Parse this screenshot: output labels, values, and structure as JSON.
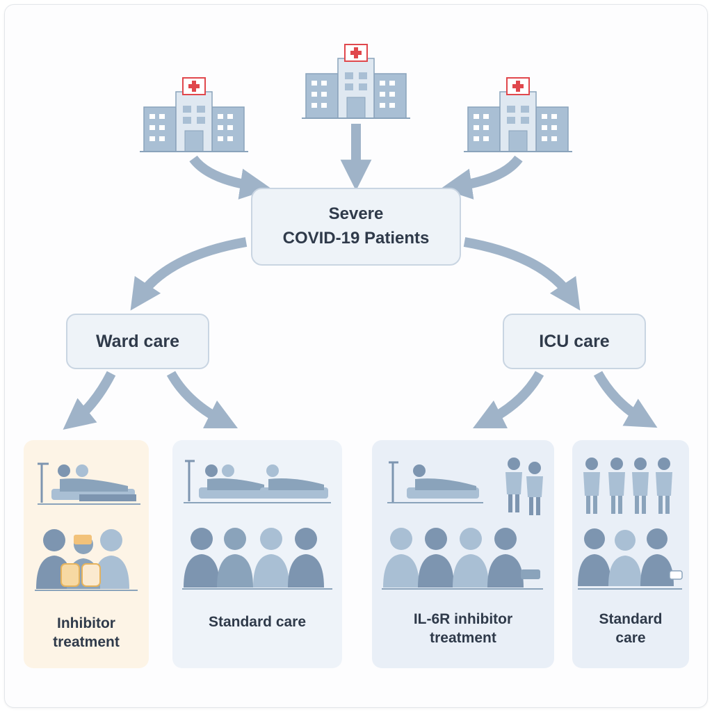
{
  "source": {
    "line1": "Severe",
    "line2": "COVID-19 Patients"
  },
  "levels": {
    "ward": "Ward care",
    "icu": "ICU care"
  },
  "arms": [
    {
      "line1": "Inhibitor",
      "line2": "treatment",
      "bg": "#fdf4e6"
    },
    {
      "line1": "Standard care",
      "line2": "",
      "bg": "#eef3f9"
    },
    {
      "line1": "IL-6R inhibitor",
      "line2": "treatment",
      "bg": "#e9eff7"
    },
    {
      "line1": "Standard",
      "line2": "care",
      "bg": "#e9eff7"
    }
  ],
  "colors": {
    "arrow": "#9fb3c8",
    "building": "#a9bfd4",
    "person": "#7d95b0",
    "person_light": "#a9bfd4",
    "cross": "#e0474c"
  }
}
